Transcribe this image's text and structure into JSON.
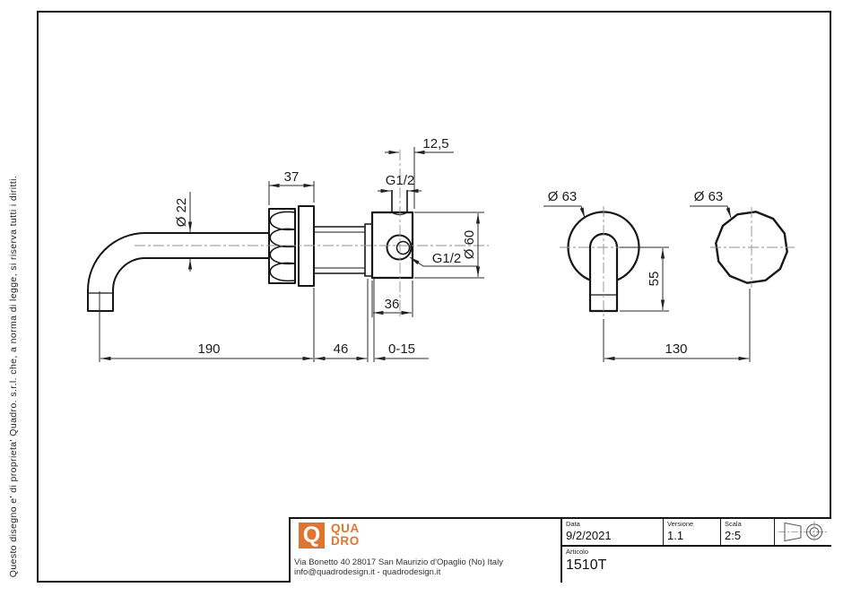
{
  "sheet": {
    "copyright": "Questo disegno e' di proprieta' Quadro. s.r.l. che, a norma di legge, si riserva tutti i diritti."
  },
  "dimensions": {
    "spout_tube_diameter": "Ø 22",
    "handle_width": "37",
    "inlet_thread_top": "G1/2",
    "inlet_offset": "12,5",
    "body_diameter": "Ø 60",
    "side_port_thread": "G1/2",
    "body_width": "36",
    "spout_reach": "190",
    "handle_depth": "46",
    "adjust_range": "0-15",
    "rosette_diameter_left": "Ø 63",
    "rosette_diameter_right": "Ø 63",
    "spout_drop": "55",
    "centers_distance": "130"
  },
  "title_block": {
    "logo": {
      "mark": "Q",
      "word_top": "QUA",
      "word_bottom": "DRO"
    },
    "address_line1": "Via Bonetto 40  28017 San Maurizio d'Opaglio (No) Italy",
    "address_line2": "info@quadrodesign.it  -  quadrodesign.it",
    "fields": [
      {
        "label": "Data",
        "value": "9/2/2021"
      },
      {
        "label": "Versione",
        "value": "1.1"
      },
      {
        "label": "Scala",
        "value": "2:5"
      }
    ],
    "articolo_label": "Articolo",
    "articolo_value": "1510T",
    "accent_color": "#E0752F"
  }
}
